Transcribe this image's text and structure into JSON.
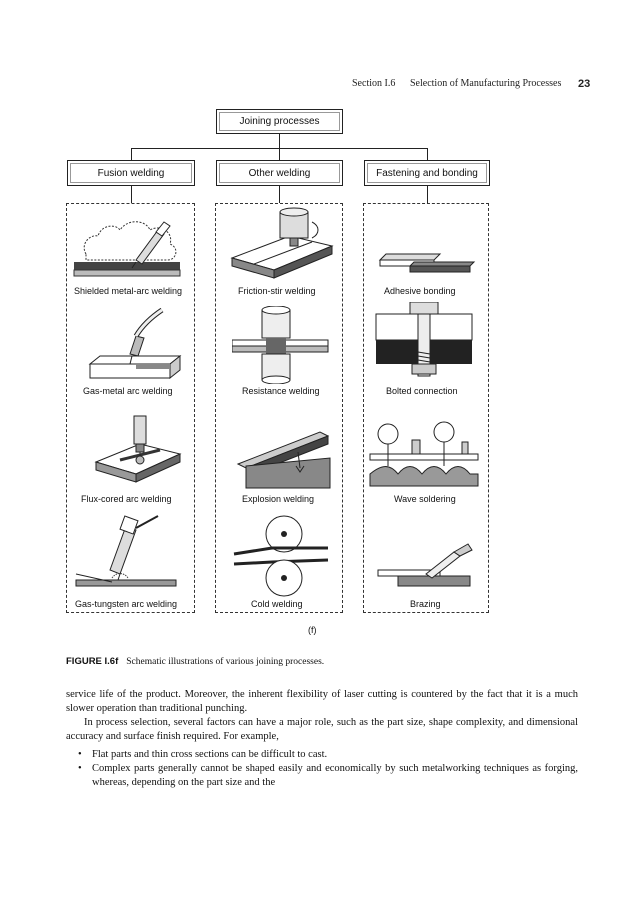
{
  "header": {
    "section": "Section I.6",
    "title": "Selection of Manufacturing Processes",
    "page_number": "23"
  },
  "figure": {
    "root": "Joining processes",
    "categories": [
      "Fusion welding",
      "Other welding",
      "Fastening and bonding"
    ],
    "fusion_items": [
      "Shielded metal-arc welding",
      "Gas-metal arc welding",
      "Flux-cored arc welding",
      "Gas-tungsten arc welding"
    ],
    "other_items": [
      "Friction-stir welding",
      "Resistance welding",
      "Explosion welding",
      "Cold welding"
    ],
    "fastening_items": [
      "Adhesive bonding",
      "Bolted connection",
      "Wave soldering",
      "Brazing"
    ],
    "part_label": "(f)"
  },
  "caption": {
    "label": "FIGURE I.6f",
    "text": "Schematic illustrations of various joining processes."
  },
  "body": {
    "para1": "service life of the product. Moreover, the inherent flexibility of laser cutting is countered by the fact that it is a much slower operation than traditional punching.",
    "para2": "In process selection, several factors can have a major role, such as the part size, shape complexity, and dimensional accuracy and surface finish required. For example,",
    "bullets": [
      "Flat parts and thin cross sections can be difficult to cast.",
      "Complex parts generally cannot be shaped easily and economically by such metalworking techniques as forging, whereas, depending on the part size and the"
    ]
  }
}
